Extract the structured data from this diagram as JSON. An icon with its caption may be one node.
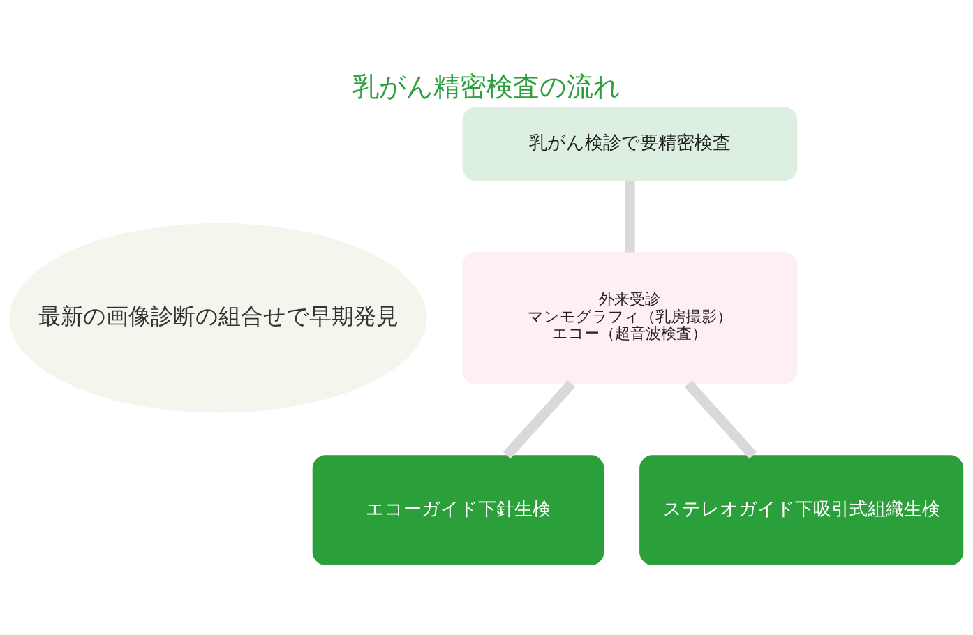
{
  "diagram": {
    "title": "乳がん精密検査の流れ",
    "nodes": [
      {
        "text": [
          "最新の画像診断の組合せで早期発見"
        ]
      },
      {
        "text": [
          "乳がん検診で要精密検査"
        ]
      },
      {
        "text": [
          "外来受診",
          "マンモグラフィ（乳房撮影）",
          "エコー（超音波検査）"
        ]
      },
      {
        "text": [
          "エコーガイド下針生検"
        ]
      },
      {
        "text": [
          "ステレオガイド下吸引式組織生検"
        ]
      }
    ],
    "edges": [
      {
        "from": 1,
        "to": 2,
        "arrow": "none"
      },
      {
        "from": 2,
        "to": 3,
        "arrow": "none"
      },
      {
        "from": 2,
        "to": 4,
        "arrow": "none"
      }
    ]
  }
}
